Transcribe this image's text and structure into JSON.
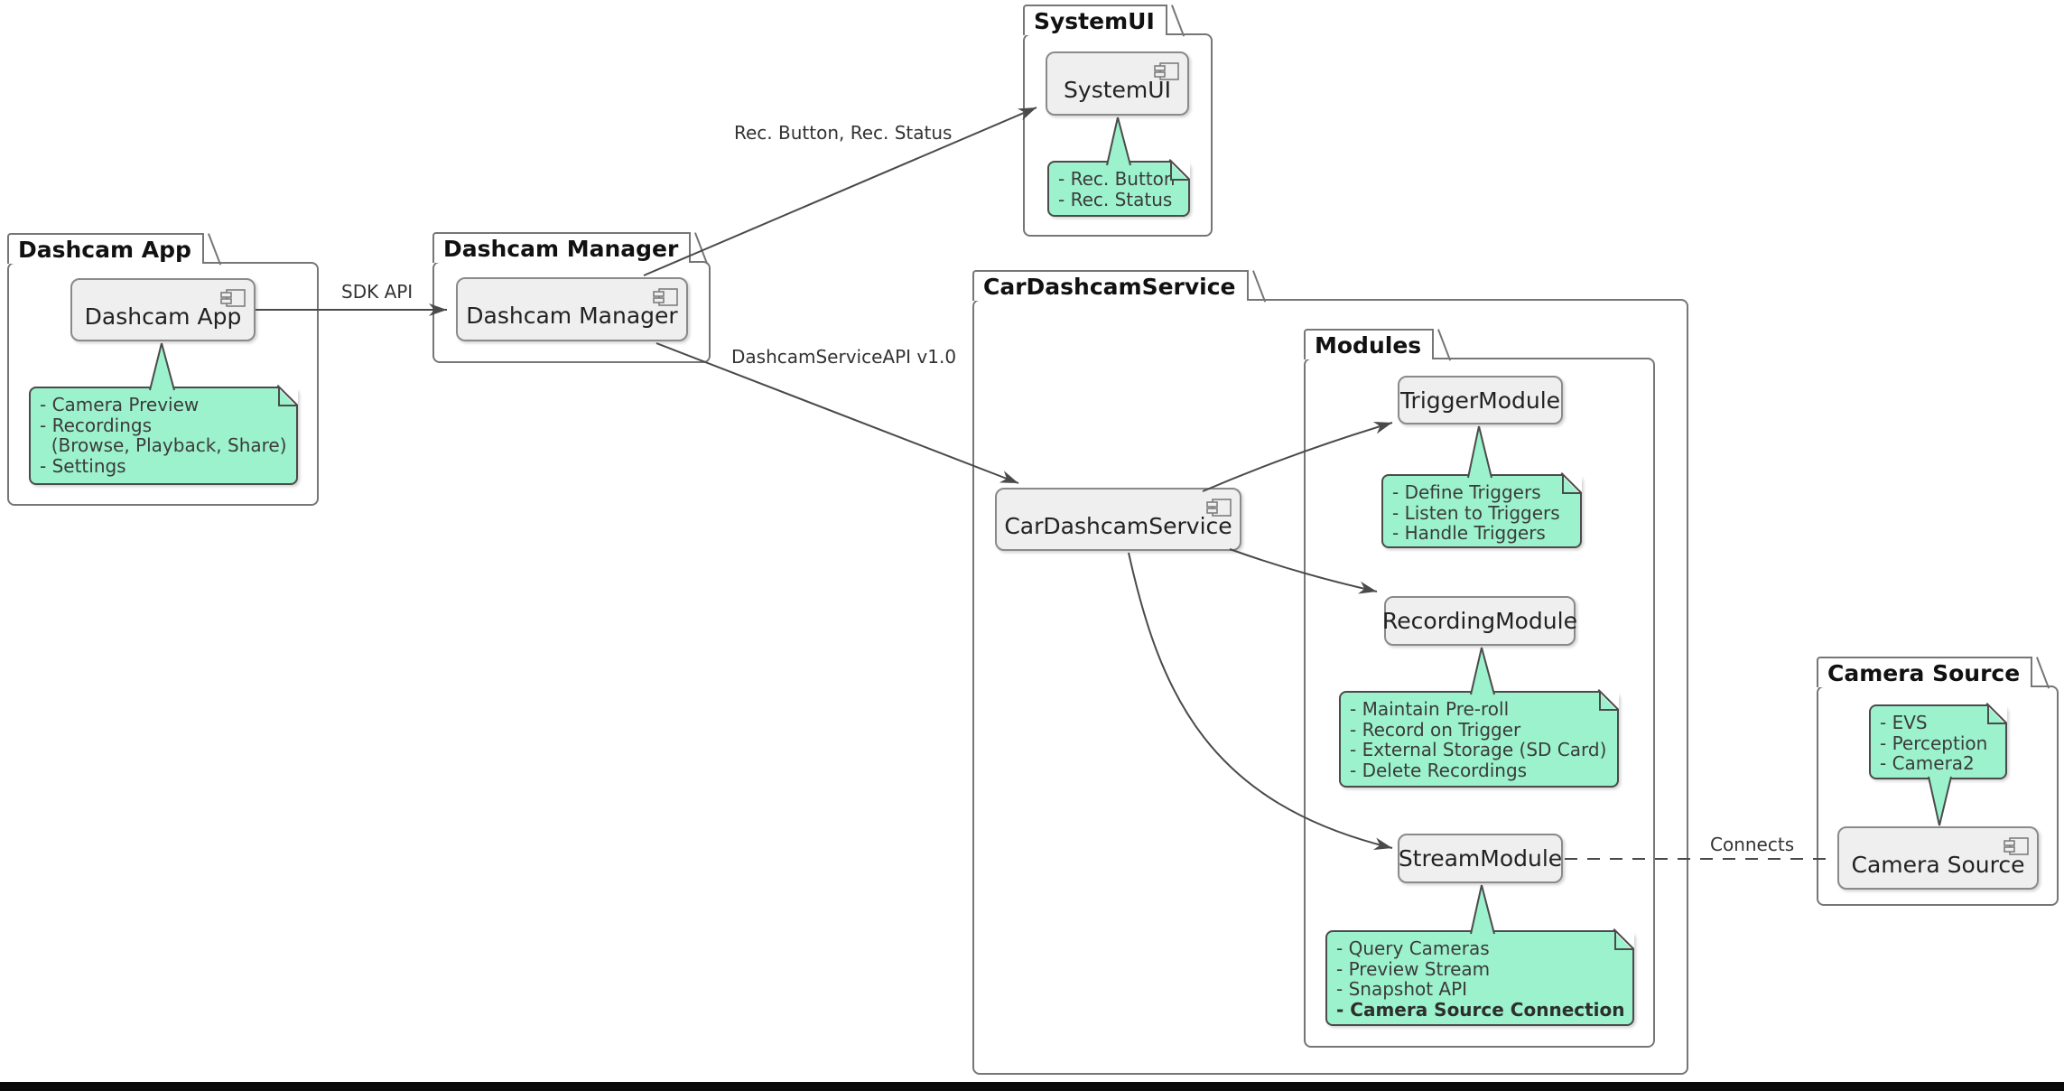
{
  "packages": {
    "dashcam_app": "Dashcam App",
    "dashcam_manager": "Dashcam Manager",
    "systemui": "SystemUI",
    "car_dashcam_service": "CarDashcamService",
    "modules": "Modules",
    "camera_source": "Camera Source"
  },
  "components": {
    "dashcam_app": "Dashcam App",
    "dashcam_manager": "Dashcam Manager",
    "systemui": "SystemUI",
    "car_dashcam_service": "CarDashcamService",
    "trigger_module": "TriggerModule",
    "recording_module": "RecordingModule",
    "stream_module": "StreamModule",
    "camera_source": "Camera Source"
  },
  "notes": {
    "dashcam_app": {
      "lines": [
        "- Camera Preview",
        "- Recordings",
        "  (Browse, Playback, Share)",
        "- Settings"
      ]
    },
    "systemui": {
      "lines": [
        "- Rec. Button",
        "- Rec. Status"
      ]
    },
    "trigger_module": {
      "lines": [
        "- Define Triggers",
        "- Listen to Triggers",
        "- Handle Triggers"
      ]
    },
    "recording_module": {
      "lines": [
        "- Maintain Pre-roll",
        "- Record on Trigger",
        "- External Storage (SD Card)",
        "- Delete Recordings"
      ]
    },
    "stream_module": {
      "lines": [
        "- Query Cameras",
        "- Preview Stream",
        "- Snapshot API",
        "- Camera Source Connection"
      ]
    },
    "camera_source": {
      "lines": [
        "- EVS",
        "- Perception",
        "- Camera2"
      ]
    }
  },
  "edge_labels": {
    "sdk_api": "SDK API",
    "rec_button_status": "Rec. Button, Rec. Status",
    "service_api": "DashcamServiceAPI v1.0",
    "connects": "Connects"
  },
  "colors": {
    "note_fill": "#9CF2CC",
    "note_border": "#4B4B4B",
    "component_fill": "#EFEFEF",
    "component_border": "#8A8A8A",
    "package_border": "#767676",
    "edge": "#4A4A4A",
    "bottom_bar": "#0A0A0A"
  }
}
